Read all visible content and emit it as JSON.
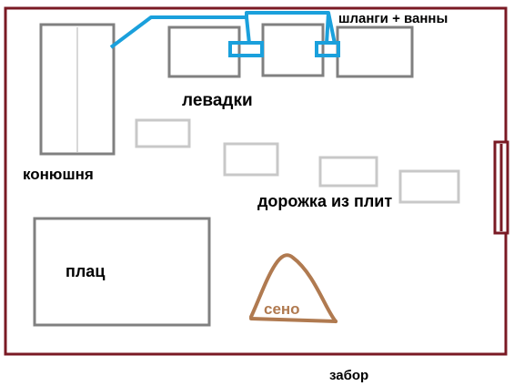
{
  "labels": {
    "hoses": "шланги + ванны",
    "paddocks": "левадки",
    "stable": "конюшня",
    "path": "дорожка из плит",
    "arena": "плац",
    "hay": "сено",
    "fence": "забор"
  },
  "colors": {
    "fence": "#7a1a24",
    "buildings": "#808080",
    "tiles": "#c8c8c8",
    "hoses": "#1aa0dc",
    "hay": "#b07a50"
  }
}
